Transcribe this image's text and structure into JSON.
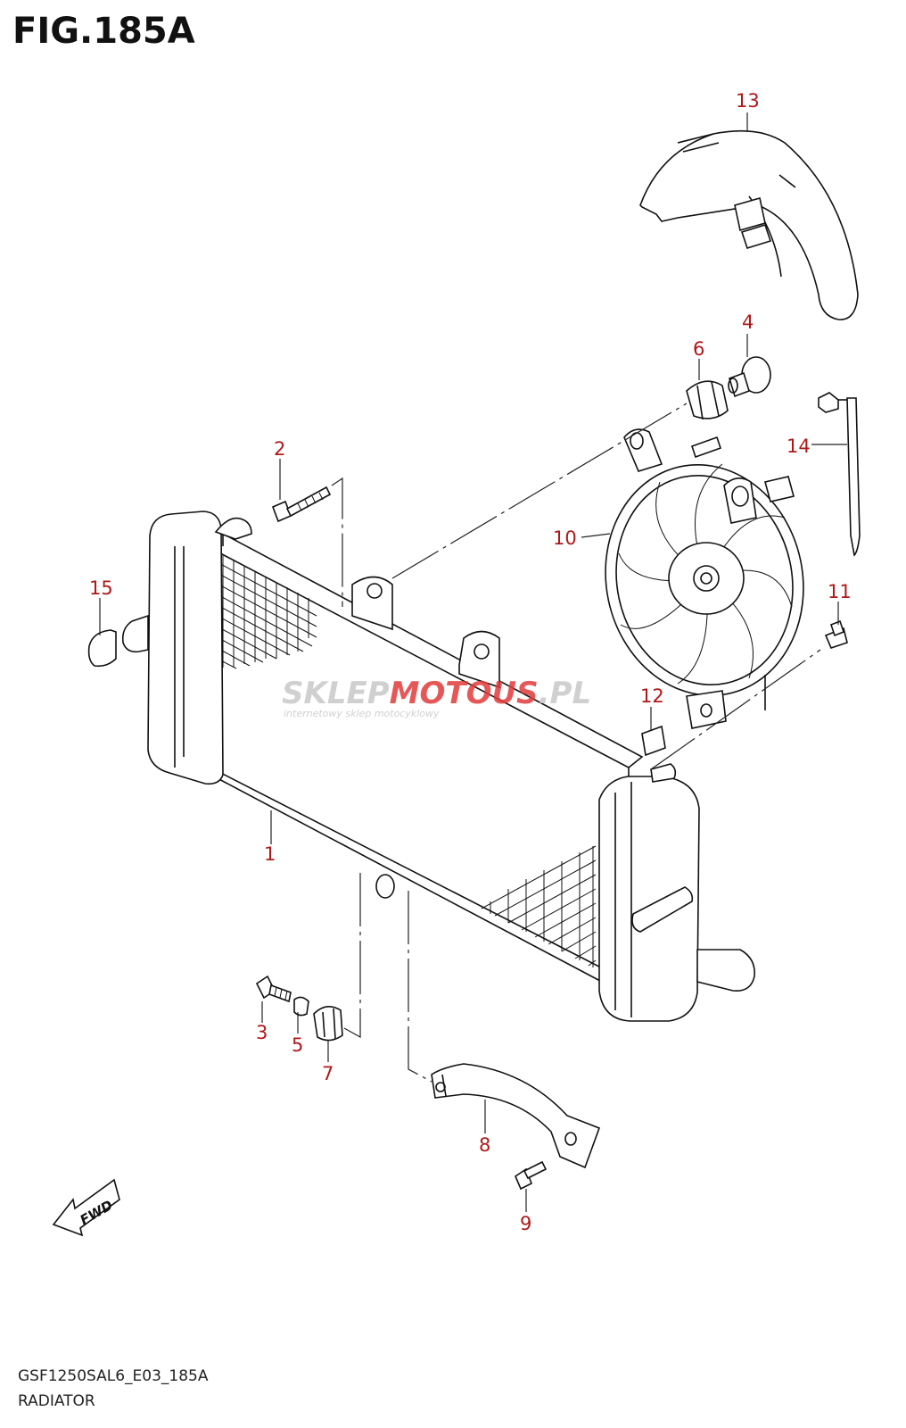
{
  "figure": {
    "title": "FIG.185A",
    "code": "GSF1250SAL6_E03_185A",
    "name": "RADIATOR"
  },
  "watermark": {
    "brand_a": "SKLEP",
    "brand_b": "MOTO",
    "brand_c": "US",
    "brand_d": ".PL",
    "tagline": "internetowy sklep motocyklowy"
  },
  "fwd_label": "FWD",
  "callouts": [
    "1",
    "2",
    "3",
    "4",
    "5",
    "6",
    "7",
    "8",
    "9",
    "10",
    "11",
    "12",
    "13",
    "14",
    "15"
  ],
  "colors": {
    "callout": "#b01818",
    "watermark_red": "#e23a3a",
    "watermark_gray": "#c8c8c8"
  }
}
